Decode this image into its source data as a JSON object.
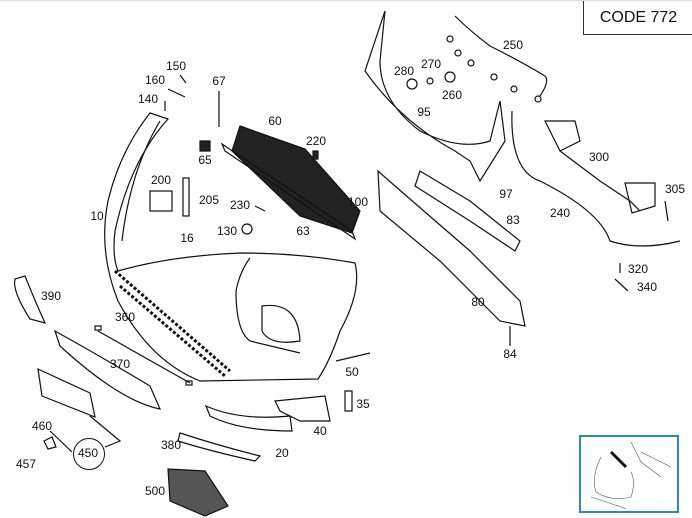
{
  "header": {
    "code_label": "CODE 772"
  },
  "callouts": [
    "150",
    "160",
    "140",
    "67",
    "60",
    "220",
    "65",
    "200",
    "205",
    "230",
    "130",
    "63",
    "10",
    "16",
    "100",
    "250",
    "270",
    "280",
    "260",
    "95",
    "300",
    "97",
    "305",
    "240",
    "83",
    "320",
    "340",
    "80",
    "84",
    "390",
    "360",
    "370",
    "50",
    "35",
    "40",
    "20",
    "380",
    "460",
    "450",
    "457",
    "500"
  ]
}
